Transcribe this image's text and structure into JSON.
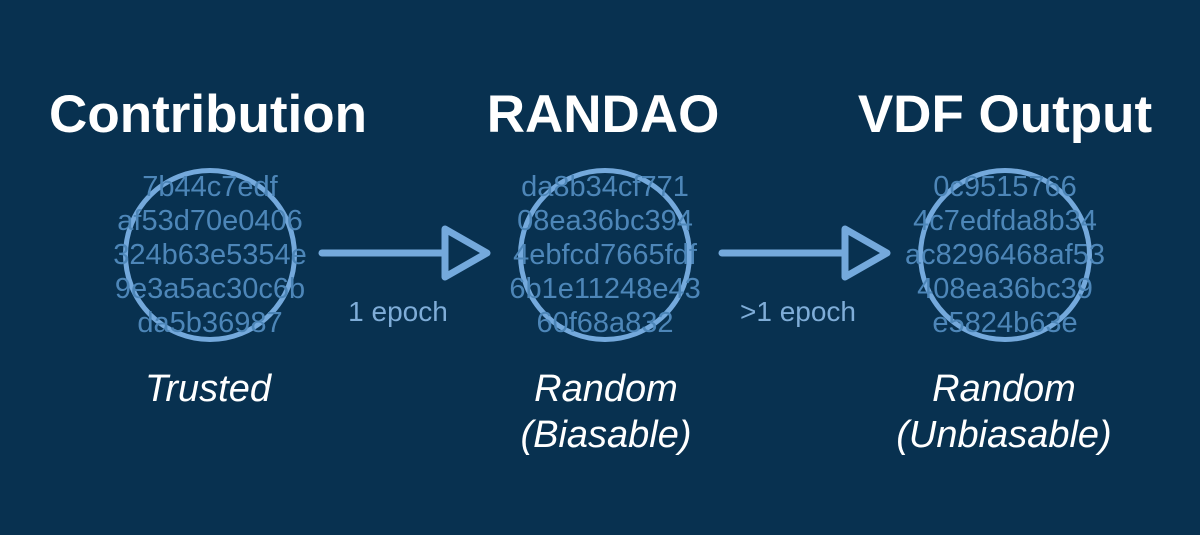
{
  "colors": {
    "bg": "#083150",
    "stroke": "#74a9dc",
    "hash": "#4d86b8",
    "epoch": "#7fadd8",
    "text": "#ffffff"
  },
  "columns": [
    {
      "title": "Contribution",
      "hash_lines": [
        "7b44c7edf",
        "af53d70e0406",
        "324b63e5354e",
        "9e3a5ac30c6b",
        "da5b36987"
      ],
      "caption_lines": [
        "Trusted"
      ]
    },
    {
      "title": "RANDAO",
      "hash_lines": [
        "da8b34cf771",
        "08ea36bc394",
        "4ebfcd7665fdf",
        "6b1e11248e43",
        "60f68a832"
      ],
      "caption_lines": [
        "Random",
        "(Biasable)"
      ]
    },
    {
      "title": "VDF Output",
      "hash_lines": [
        "0c9515766",
        "4c7edfda8b34",
        "ac8296468af53",
        "408ea36bc39",
        "e5824b63e"
      ],
      "caption_lines": [
        "Random",
        "(Unbiasable)"
      ]
    }
  ],
  "arrows": [
    {
      "label": "1 epoch"
    },
    {
      "label": ">1 epoch"
    }
  ]
}
